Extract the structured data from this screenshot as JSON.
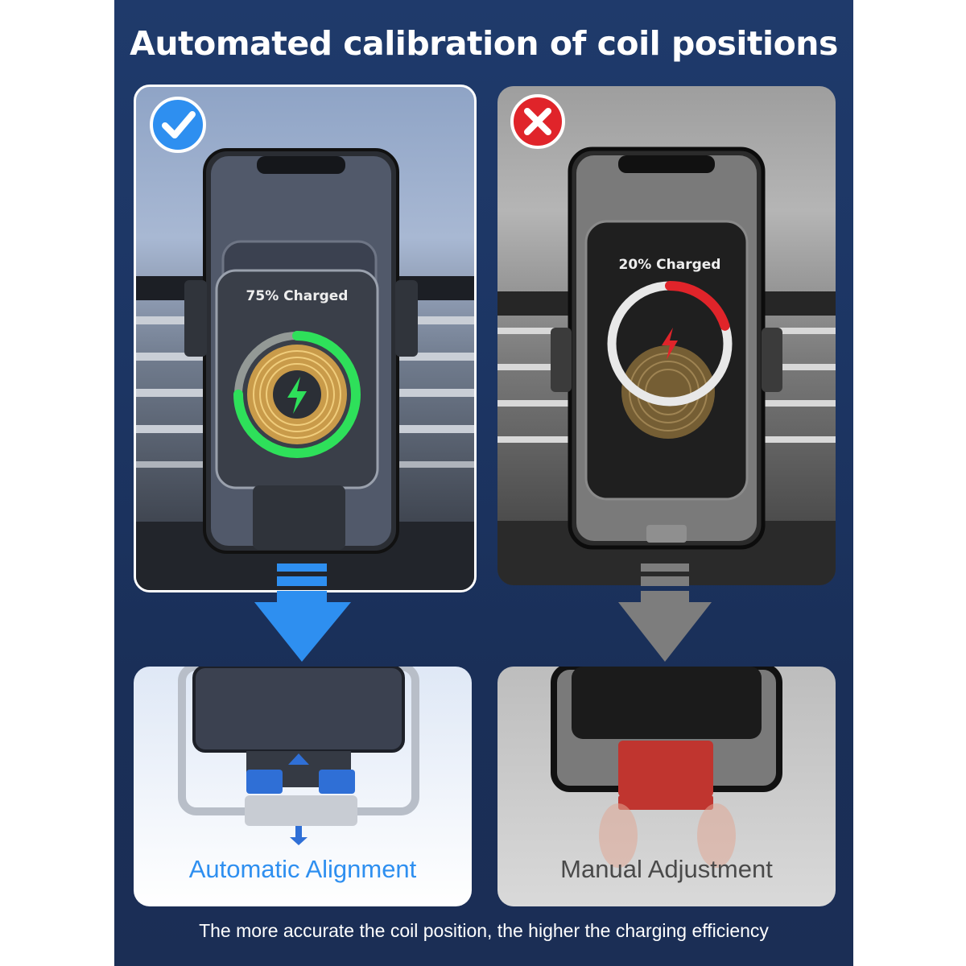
{
  "title": "Automated calibration of coil positions",
  "left_panel": {
    "status_icon": "check-icon",
    "status_color": "#2e8ff0",
    "charge_label": "75% Charged",
    "charge_progress": 0.75,
    "ring_color": "#2ee05a"
  },
  "right_panel": {
    "status_icon": "close-icon",
    "status_color": "#e0242a",
    "charge_label": "20% Charged",
    "charge_progress": 0.2,
    "ring_color": "#e0242a"
  },
  "bottom_left": {
    "caption": "Automatic Alignment",
    "caption_color": "#2e8ff0",
    "accent": "#2f6fd6"
  },
  "bottom_right": {
    "caption": "Manual Adjustment",
    "caption_color": "#4a4a4a",
    "accent": "#c0352f"
  },
  "footer": "The more accurate the coil position, the higher the charging efficiency"
}
